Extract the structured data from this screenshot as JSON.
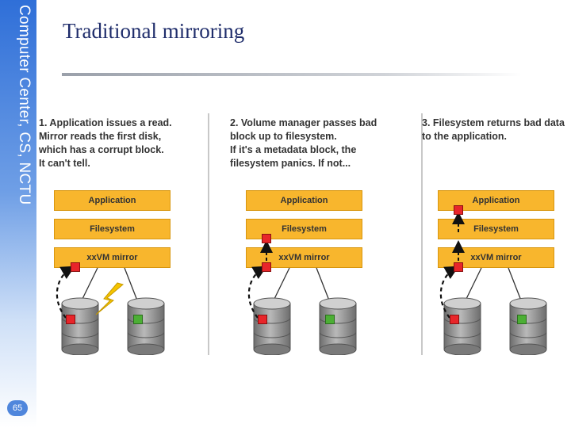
{
  "sidebar": {
    "text": "Computer Center, CS, NCTU",
    "page_number": "65"
  },
  "slide": {
    "title": "Traditional mirroring"
  },
  "panels": [
    {
      "caption": [
        "1. Application issues a read.",
        "Mirror reads the first disk,",
        "which has a corrupt block.",
        "It can't tell."
      ],
      "layers": {
        "app": "Application",
        "fs": "Filesystem",
        "mirror": "xxVM mirror"
      }
    },
    {
      "caption": [
        "2. Volume manager passes bad",
        "block up to filesystem.",
        "If it's a metadata block, the",
        "filesystem panics.  If not..."
      ],
      "layers": {
        "app": "Application",
        "fs": "Filesystem",
        "mirror": "xxVM mirror"
      }
    },
    {
      "caption": [
        "3. Filesystem returns bad data",
        "to the application."
      ],
      "layers": {
        "app": "Application",
        "fs": "Filesystem",
        "mirror": "xxVM mirror"
      }
    }
  ],
  "colors": {
    "layer_fill": "#f8b62d",
    "bad_block": "#e8252a",
    "good_block": "#4caf35",
    "disk": "#8a8a8a",
    "lightning": "#f5c400"
  }
}
